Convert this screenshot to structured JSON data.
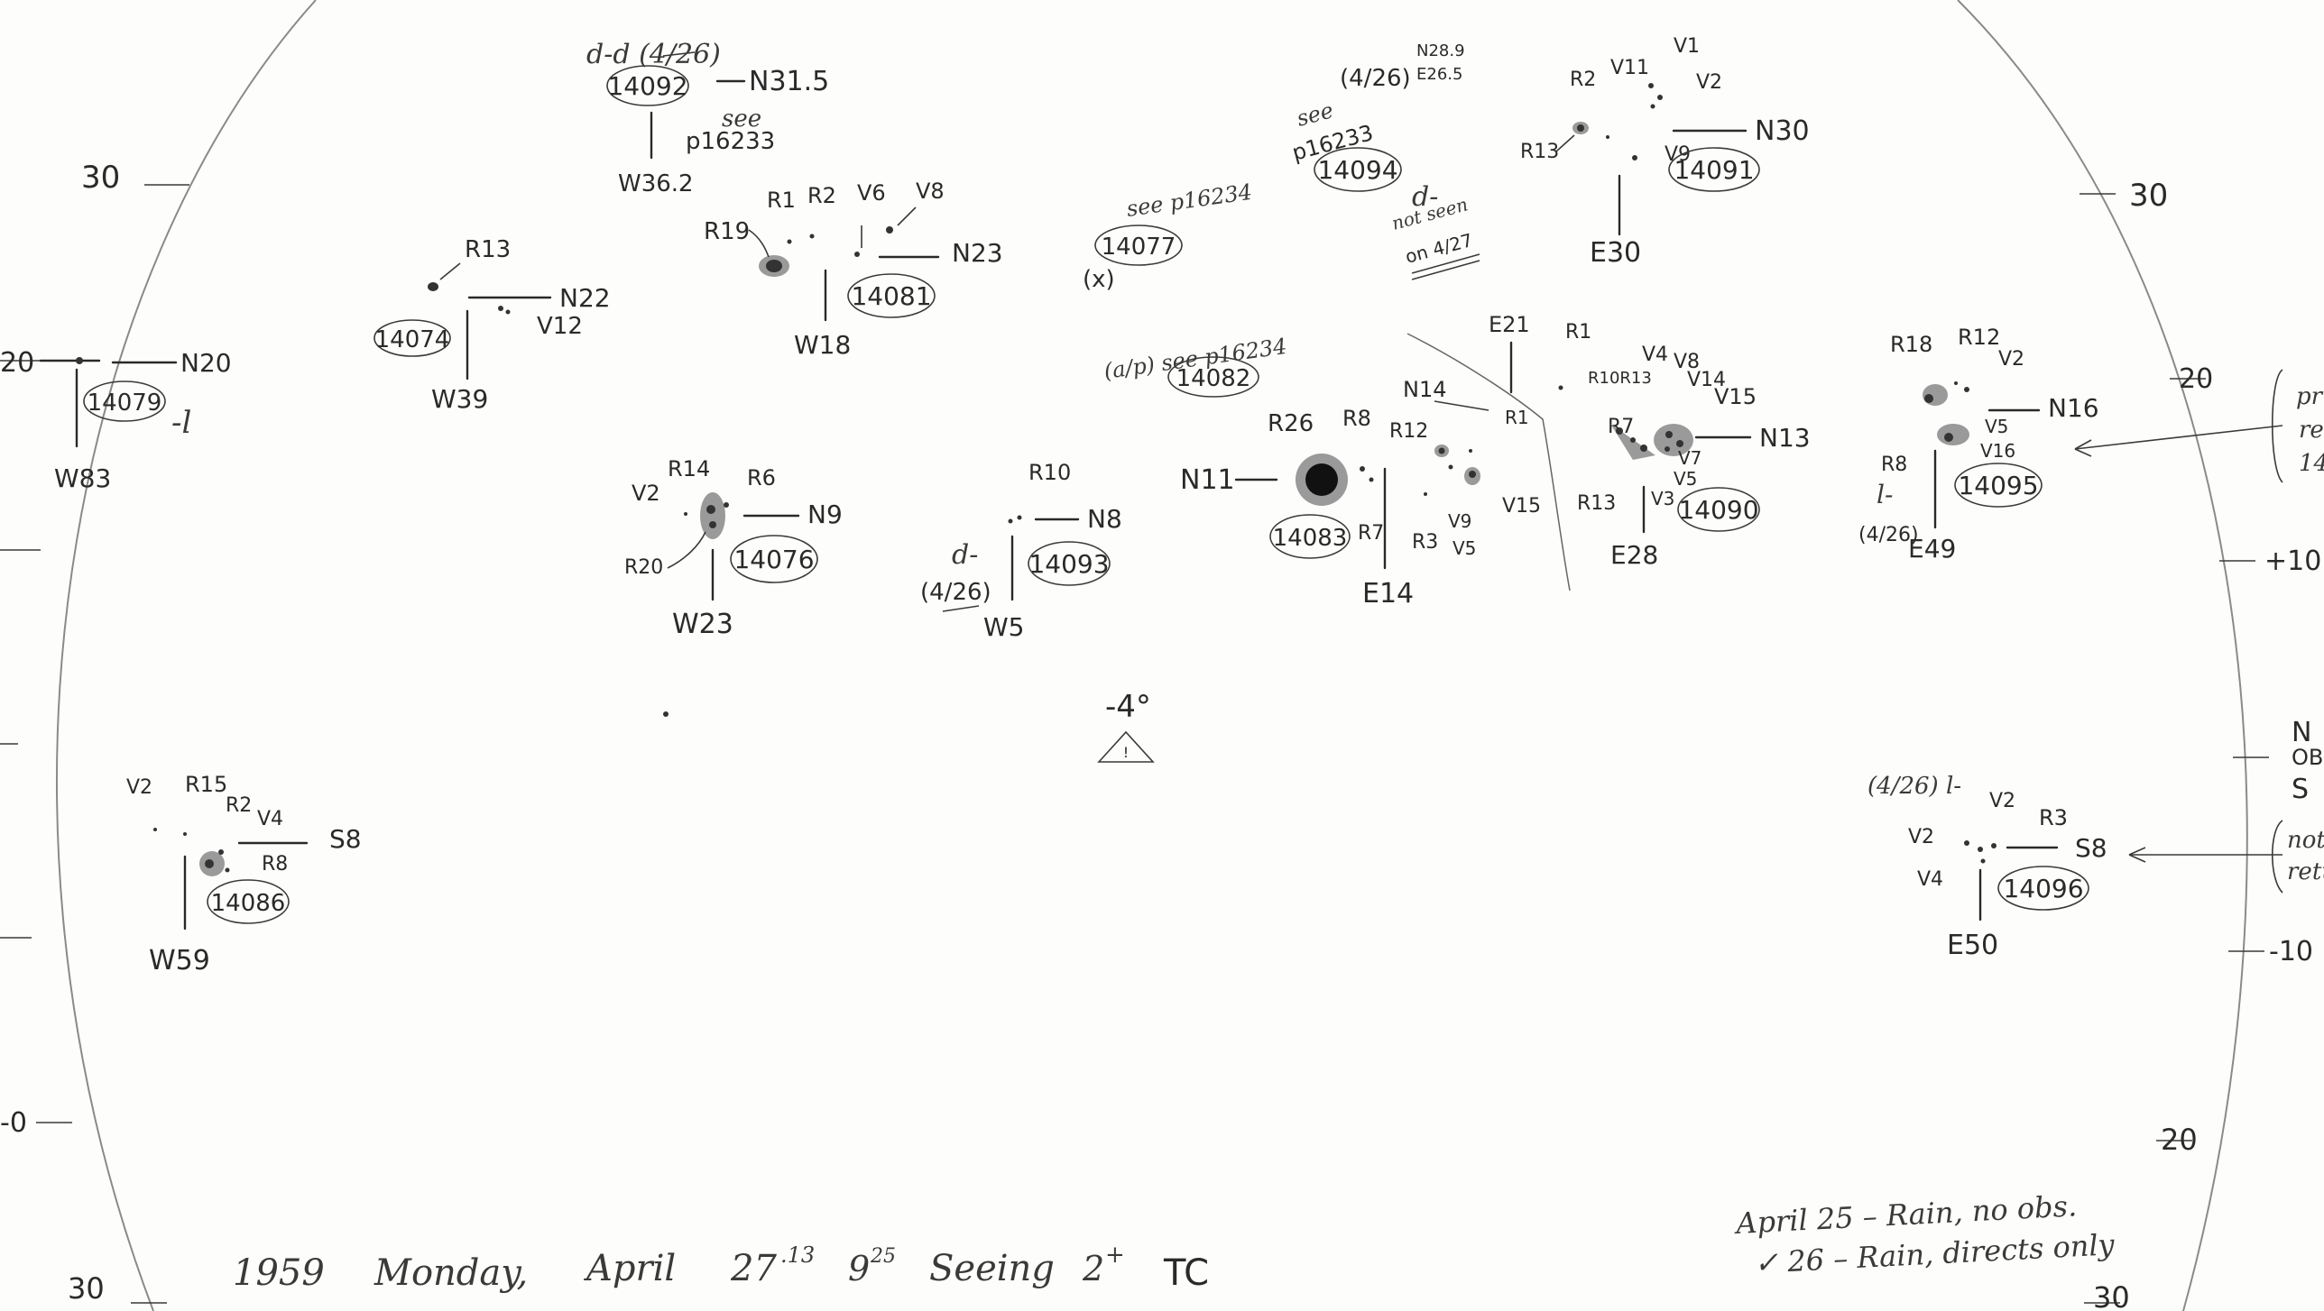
{
  "drawing": {
    "footer_left": {
      "year": "1959",
      "day": "Monday,",
      "date": "April",
      "day_num": "27",
      "day_frac": ".13",
      "time": "9",
      "time_sup": "25",
      "seeing": "Seeing",
      "seeing_val": "2",
      "seeing_sup": "+",
      "observer": "TC"
    },
    "footer_right": {
      "line1": "April 25 – Rain, no obs.",
      "line2": "✓ 26 – Rain, directs only"
    },
    "center_mark": "-4°",
    "center_symbol": "!",
    "limb_labels": {
      "left_30": "30",
      "left_20": "20",
      "left_bottom_10": "-0",
      "left_bottom_30": "30",
      "right_30": "30",
      "right_20": "20",
      "right_plus10": "+10",
      "right_minus10": "-10",
      "right_20b": "20",
      "right_30b": "30"
    },
    "right_margin": {
      "n": "N",
      "ob": "OB",
      "s": "S",
      "note1": "pr",
      "note1b": "re",
      "note1c": "14",
      "note2": "not",
      "note2b": "retu"
    },
    "groups": [
      {
        "id": "14092",
        "lat": "N31.5",
        "lon": "W36.2",
        "note1": "d-d (4/26)",
        "note2": "see",
        "note3": "p16233"
      },
      {
        "id": "14074",
        "lat": "N22",
        "lon": "W39",
        "r": "R13",
        "v": "V12"
      },
      {
        "id": "14079",
        "lat": "N20",
        "lon": "W83",
        "note": "-l"
      },
      {
        "id": "14081",
        "lat": "N23",
        "lon": "W18",
        "r1": "R19",
        "r2": "R1",
        "r3": "R2",
        "v1": "V6",
        "v2": "V8"
      },
      {
        "id": "14076",
        "lat": "N9",
        "lon": "W23",
        "r1": "R14",
        "r2": "R6",
        "r3": "R20",
        "v1": "V2"
      },
      {
        "id": "14093",
        "lat": "N8",
        "lon": "W5",
        "r1": "R10",
        "note1": "d-",
        "note2": "(4/26)"
      },
      {
        "id": "14077",
        "note1": "see p16234",
        "note2": "(x)"
      },
      {
        "id": "14082",
        "note1": "(a/p) see p16234"
      },
      {
        "id": "14094",
        "note1": "see",
        "note2": "p16233",
        "note3": "(4/26)",
        "note4": "N28.9",
        "note5": "E26.5",
        "note6": "d-",
        "note7": "not seen",
        "note8": "on 4/27"
      },
      {
        "id": "14091",
        "lat": "N30",
        "lon": "E30",
        "r1": "R2",
        "r2": "R13",
        "v1": "V11",
        "v2": "V1",
        "v3": "V2",
        "v4": "V9"
      },
      {
        "id": "14083",
        "lat": "N11",
        "lon": "E14",
        "r1": "R26",
        "r2": "R8",
        "r3": "R7",
        "r4": "R12",
        "r5": "R3",
        "v1": "V9",
        "v2": "V5",
        "v3": "V15",
        "n": "N14",
        "r6": "R1"
      },
      {
        "id": "14090",
        "lat": "N13",
        "lon": "E28",
        "r1": "R1",
        "r2": "R10R13",
        "r3": "R7",
        "r4": "R13",
        "v1": "V4",
        "v2": "V8",
        "v3": "V14",
        "v4": "V15",
        "v5": "V7",
        "v6": "V5",
        "v7": "V3",
        "e": "E21"
      },
      {
        "id": "14095",
        "lat": "N16",
        "lon": "E49",
        "r1": "R18",
        "r2": "R12",
        "r3": "R8",
        "v1": "V2",
        "v2": "V5",
        "v3": "V16",
        "note1": "l-",
        "note2": "(4/26)"
      },
      {
        "id": "14086",
        "lat": "S8",
        "lon": "W59",
        "r1": "R15",
        "r2": "R2",
        "r3": "R8",
        "v1": "V2",
        "v2": "V4"
      },
      {
        "id": "14096",
        "lat": "S8",
        "lon": "E50",
        "r1": "R3",
        "v1": "V2",
        "v2": "V2",
        "v3": "V4",
        "note1": "(4/26) l-"
      }
    ]
  }
}
